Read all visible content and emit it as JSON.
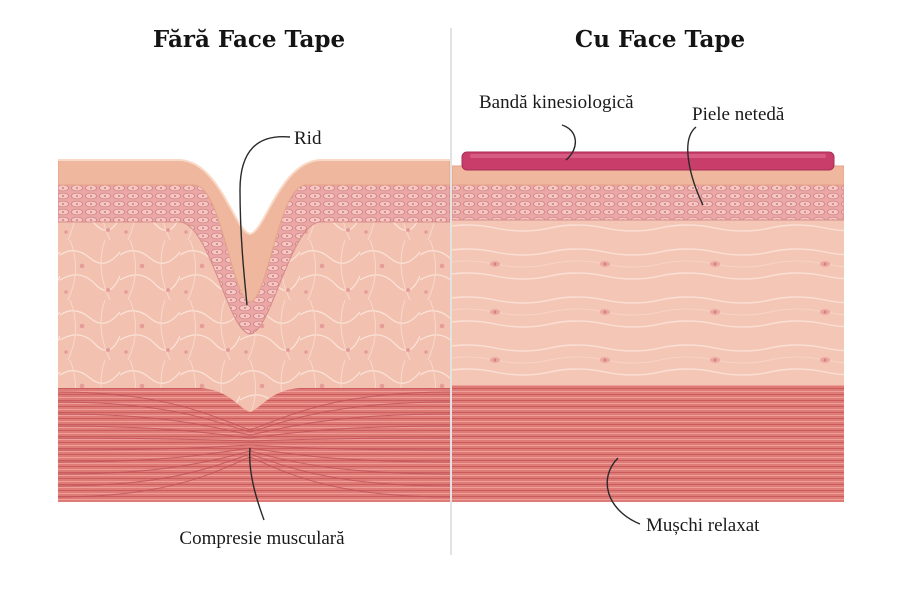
{
  "panels": {
    "left": {
      "title": "Fără Face Tape",
      "labels": {
        "wrinkle": "Rid",
        "muscle": "Compresie musculară"
      }
    },
    "right": {
      "title": "Cu Face Tape",
      "labels": {
        "tape": "Bandă kinesiologică",
        "skin": "Piele netedă",
        "muscle": "Mușchi relaxat"
      }
    }
  },
  "colors": {
    "background": "#ffffff",
    "epidermis": "#efb9a0",
    "cell_layer": "#e9a5a4",
    "dermis": "#f3c3b2",
    "muscle": "#de7a76",
    "muscle_fiber": "#c9595a",
    "tape": "#c93d6a",
    "divider": "#d9d9d9"
  }
}
